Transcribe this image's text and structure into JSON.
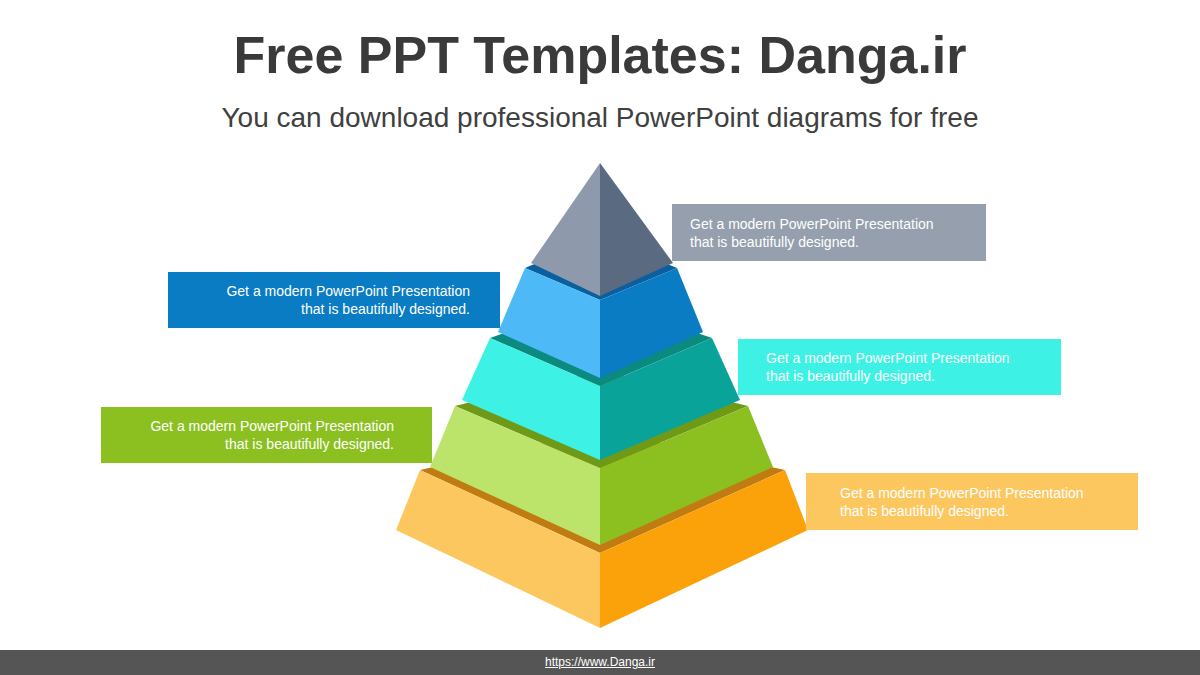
{
  "diagram": {
    "title": "Free PPT Templates: Danga.ir",
    "nodes": [
      {
        "text": [
          "Get a modern PowerPoint  Presentation that is beautifully designed."
        ]
      },
      {
        "text": [
          "Get a modern PowerPoint  Presentation that is beautifully designed."
        ]
      },
      {
        "text": [
          "Get a modern PowerPoint  Presentation that is beautifully designed."
        ]
      },
      {
        "text": [
          "Get a modern PowerPoint  Presentation that is beautifully designed."
        ]
      },
      {
        "text": [
          "Get a modern PowerPoint  Presentation that is beautifully designed."
        ]
      }
    ],
    "labels": [
      "You can download professional PowerPoint diagrams for free",
      "https://www.Danga.ir"
    ]
  }
}
